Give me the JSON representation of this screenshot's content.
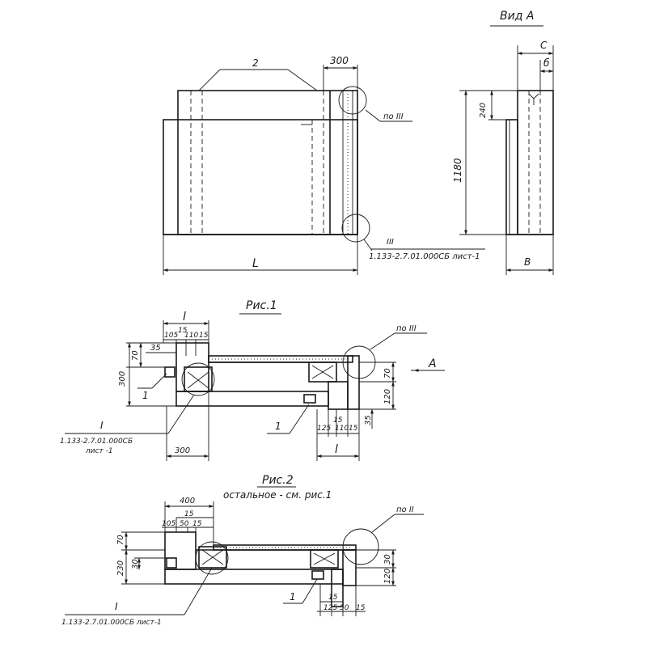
{
  "view_a": {
    "title": "Вид А",
    "dim_c": "С",
    "dim_b_small": "б",
    "dim_240": "240",
    "dim_1180": "1180",
    "dim_B": "В"
  },
  "top": {
    "label_2": "2",
    "dim_300": "300",
    "dim_L": "L",
    "po_III": "по III",
    "mark_III": "III",
    "ref_III": "1.133-2.7.01.000СБ лист-1"
  },
  "fig1": {
    "caption": "Рис.1",
    "dim_l_top": "l",
    "dims_top": [
      "105",
      "15",
      "110",
      "15"
    ],
    "dim_35": "35",
    "dim_70_left": "70",
    "dim_300_left": "300",
    "item_1_left": "1",
    "mark_I": "I",
    "ref_I": "1.133-2.7.01.000СБ",
    "ref_I_sheet": "лист -1",
    "dim_300_bottom": "300",
    "po_III": "по III",
    "arrow_A": "А",
    "dim_70_right": "70",
    "dim_120_right": "120",
    "dim_35_right": "35",
    "item_1_right": "1",
    "dims_bottom": [
      "125",
      "15",
      "110",
      "15"
    ],
    "dim_l_bottom": "l"
  },
  "fig2": {
    "caption": "Рис.2",
    "subcaption": "остальное - см. рис.1",
    "dim_400": "400",
    "dims_top": [
      "15",
      "105",
      "50",
      "15"
    ],
    "dim_70_left": "70",
    "dim_230_left": "230",
    "dim_30_left": "30",
    "po_II": "по II",
    "dim_30_right": "30",
    "dim_120_right": "120",
    "item_1": "1",
    "dims_bottom": [
      "15",
      "125",
      "50",
      "15"
    ],
    "mark_I": "I",
    "ref_I": "1.133-2.7.01.000СБ лист-1"
  }
}
